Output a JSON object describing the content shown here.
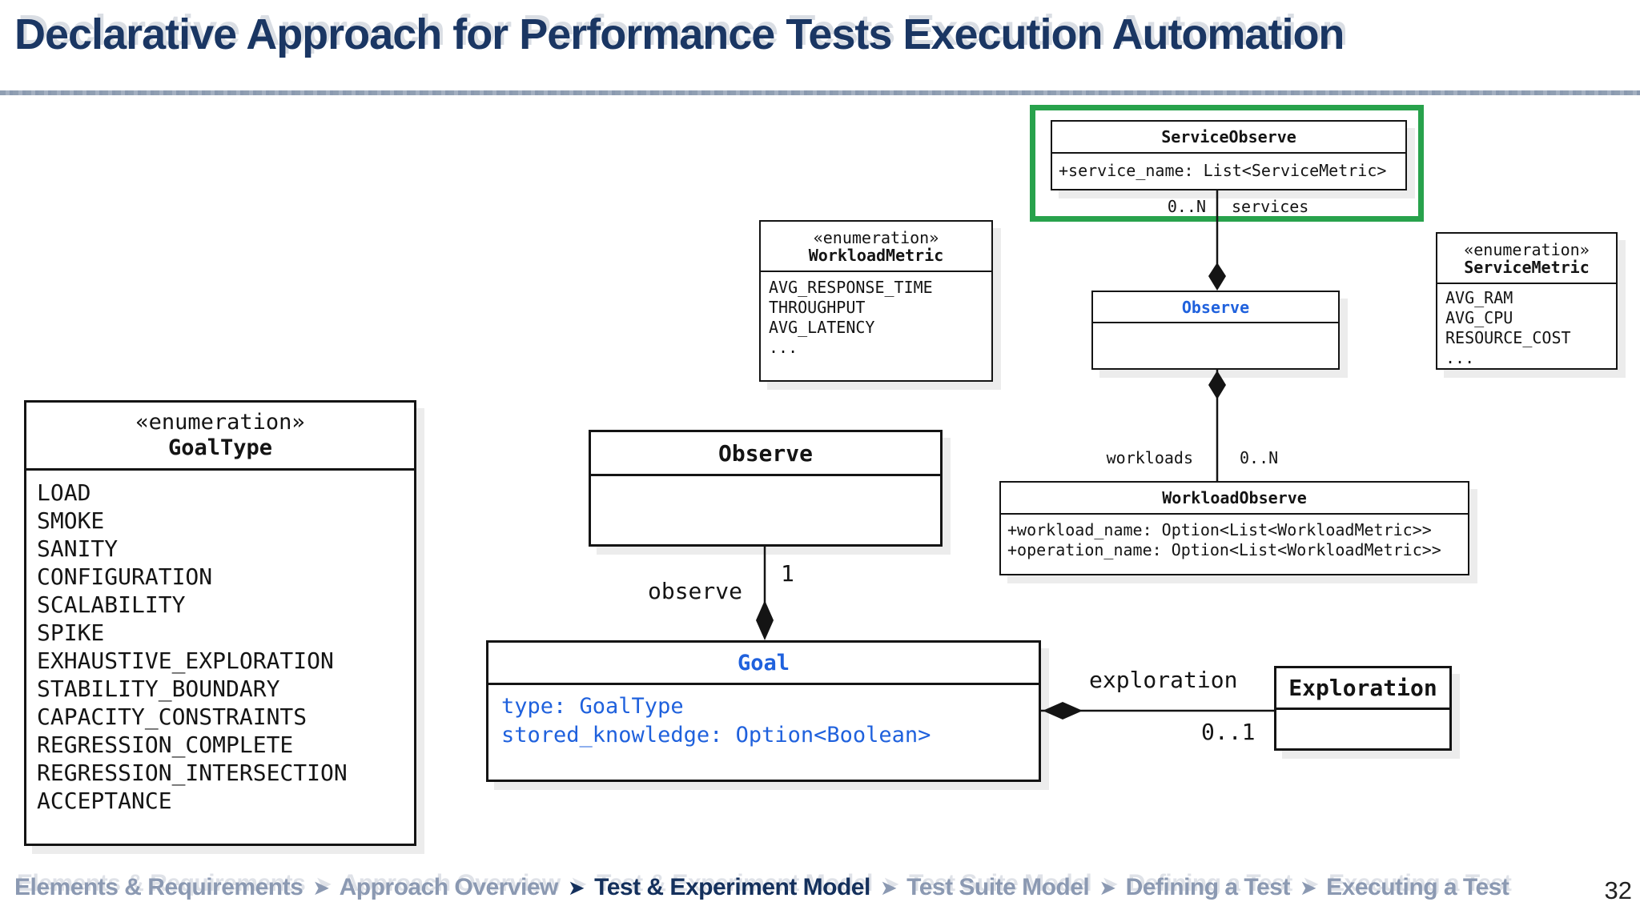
{
  "slide": {
    "title": "Declarative Approach for Performance Tests Execution Automation",
    "page_number": "32"
  },
  "colors": {
    "title-navy": "#1a3663",
    "nav-inactive": "#8b99b2",
    "nav-active": "#14305c",
    "class-blue": "#1f61dd",
    "highlight-green": "#28a24c",
    "line-black": "#141414"
  },
  "nav": {
    "separator": "➤",
    "items": [
      {
        "label": "Elements & Requirements",
        "active": false
      },
      {
        "label": "Approach Overview",
        "active": false
      },
      {
        "label": "Test & Experiment Model",
        "active": true
      },
      {
        "label": "Test Suite Model",
        "active": false
      },
      {
        "label": "Defining a Test",
        "active": false
      },
      {
        "label": "Executing a Test",
        "active": false
      }
    ]
  },
  "diagram": {
    "classes": {
      "service_observe": {
        "name": "ServiceObserve",
        "attributes": [
          "+service_name: List<ServiceMetric>"
        ]
      },
      "observe_services": {
        "name": "Observe"
      },
      "workload_observe": {
        "name": "WorkloadObserve",
        "attributes": [
          "+workload_name: Option<List<WorkloadMetric>>",
          "+operation_name: Option<List<WorkloadMetric>>"
        ]
      },
      "observe_goal": {
        "name": "Observe"
      },
      "goal": {
        "name": "Goal",
        "attributes": [
          "type: GoalType",
          "stored_knowledge: Option<Boolean>"
        ]
      },
      "exploration": {
        "name": "Exploration"
      }
    },
    "enums": {
      "workload_metric": {
        "stereotype": "«enumeration»",
        "name": "WorkloadMetric",
        "values": [
          "AVG_RESPONSE_TIME",
          "THROUGHPUT",
          "AVG_LATENCY",
          "..."
        ]
      },
      "service_metric": {
        "stereotype": "«enumeration»",
        "name": "ServiceMetric",
        "values": [
          "AVG_RAM",
          "AVG_CPU",
          "RESOURCE_COST",
          "..."
        ]
      },
      "goal_type": {
        "stereotype": "«enumeration»",
        "name": "GoalType",
        "values": [
          "LOAD",
          "SMOKE",
          "SANITY",
          "CONFIGURATION",
          "SCALABILITY",
          "SPIKE",
          "EXHAUSTIVE_EXPLORATION",
          "STABILITY_BOUNDARY",
          "CAPACITY_CONSTRAINTS",
          "REGRESSION_COMPLETE",
          "REGRESSION_INTERSECTION",
          "ACCEPTANCE"
        ]
      }
    },
    "labels": {
      "services_multiplicity": "0..N",
      "services_role": "services",
      "workloads_role": "workloads",
      "workloads_multiplicity": "0..N",
      "observe_role": "observe",
      "observe_multiplicity": "1",
      "exploration_role": "exploration",
      "exploration_multiplicity": "0..1"
    }
  }
}
